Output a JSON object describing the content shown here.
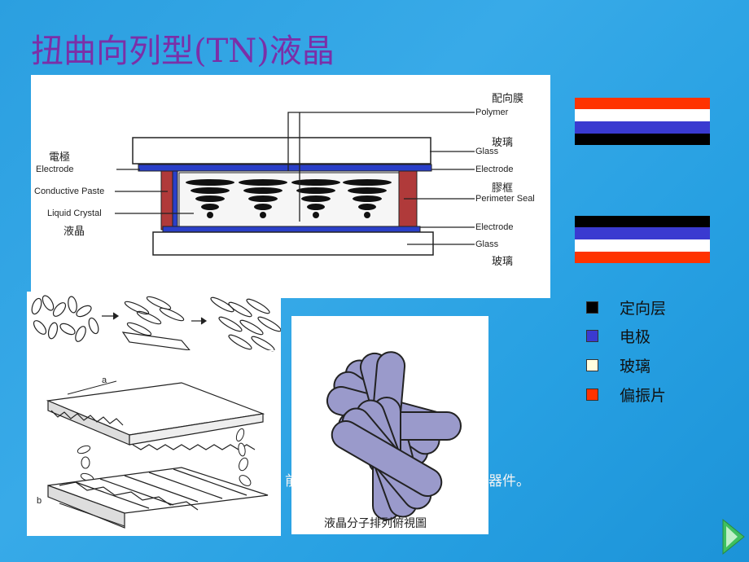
{
  "slide": {
    "title": "扭曲向列型(TN)液晶",
    "footer_text_left": "前",
    "footer_text_right": "器件。"
  },
  "cross_section": {
    "labels_left": [
      {
        "cn": "電極",
        "en": "Electrode"
      },
      {
        "en": "Conductive Paste"
      },
      {
        "en": "Liquid Crystal",
        "cn": "液晶"
      }
    ],
    "labels_right": [
      {
        "cn": "配向膜",
        "en": "Polymer"
      },
      {
        "cn": "玻璃",
        "en": "Glass"
      },
      {
        "en": "Electrode"
      },
      {
        "cn": "膠框",
        "en": "Perimeter Seal"
      },
      {
        "en": "Electrode"
      },
      {
        "en": "Glass",
        "cn": "玻璃"
      }
    ]
  },
  "stack_colors": {
    "top": [
      "#ff3300",
      "#ffffff",
      "#3a3ad0",
      "#000000"
    ],
    "bottom": [
      "#000000",
      "#3a3ad0",
      "#ffffff",
      "#ff3300"
    ]
  },
  "legend": [
    {
      "color": "#000000",
      "label": "定向层"
    },
    {
      "color": "#3a3ad0",
      "label": "电极"
    },
    {
      "color": "#ffffe0",
      "label": "玻璃"
    },
    {
      "color": "#ff3300",
      "label": "偏振片"
    }
  ],
  "grooves_diagram": {
    "label_a": "a",
    "label_b": "b"
  },
  "top_view": {
    "caption": "液晶分子排列俯視圖"
  }
}
